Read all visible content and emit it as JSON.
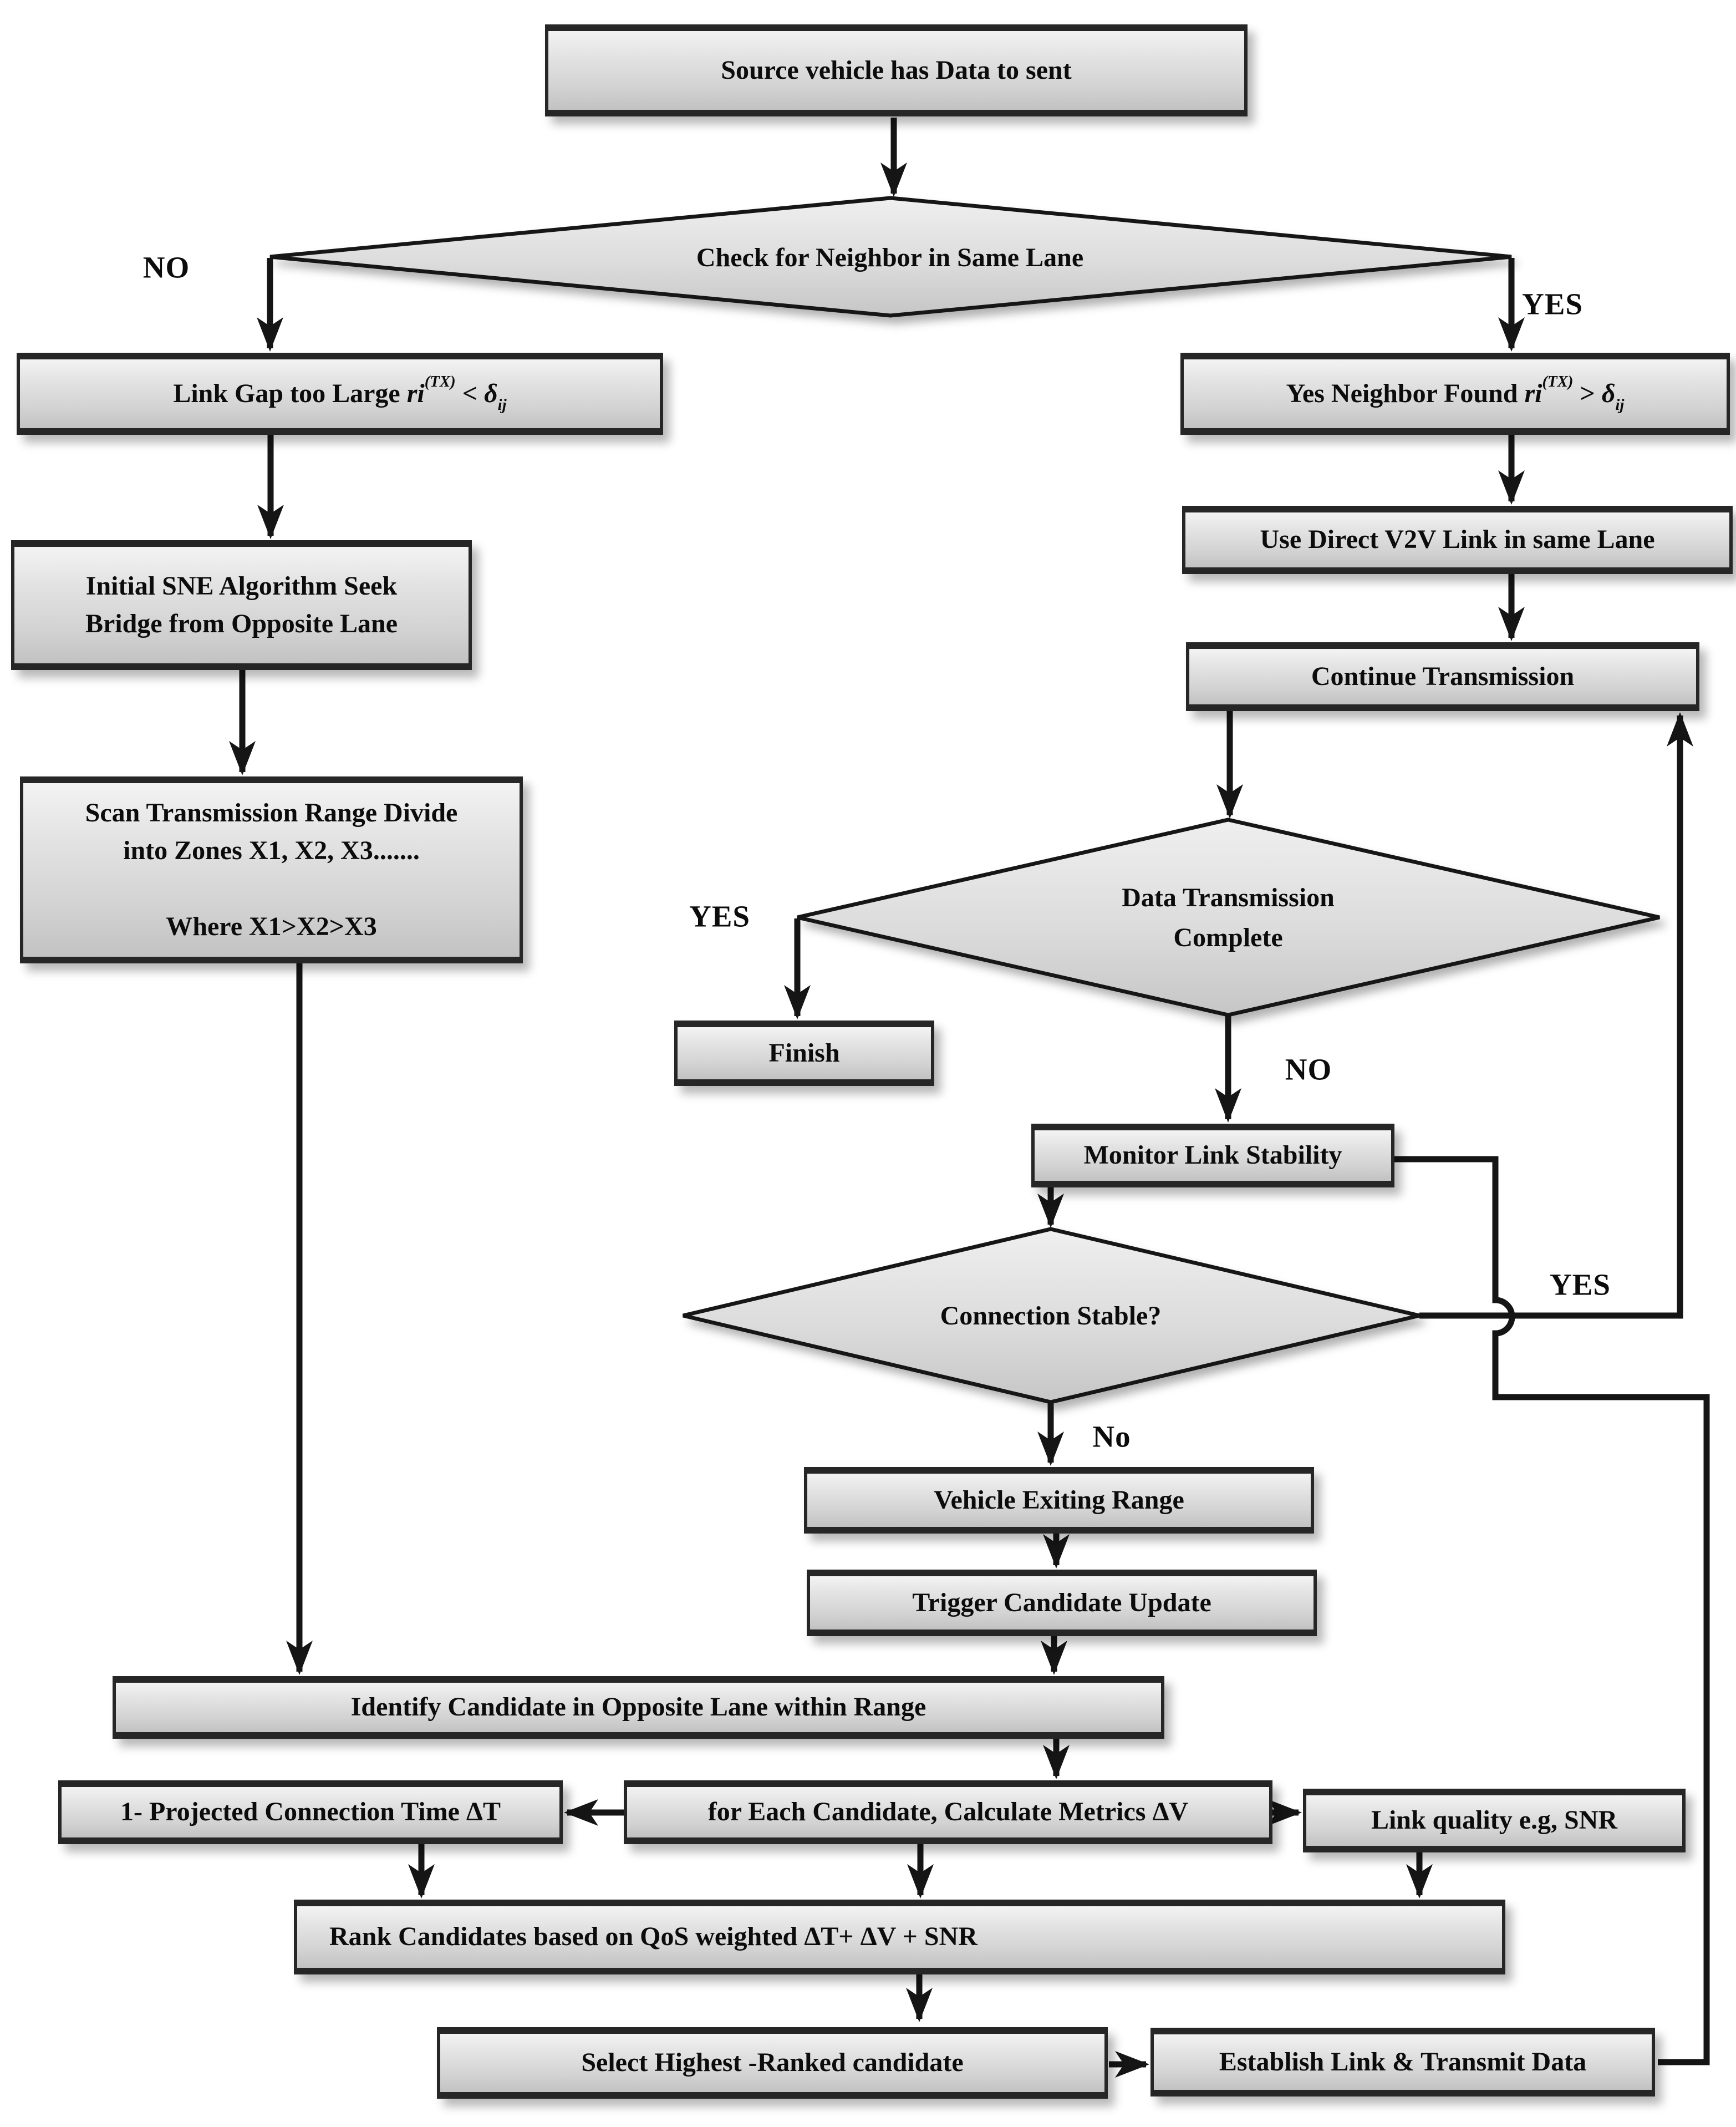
{
  "flowchart": {
    "nodes": {
      "source": "Source vehicle has Data to sent",
      "check_neighbor": "Check for Neighbor in Same Lane",
      "link_gap": {
        "pre": "Link Gap too Large ",
        "var": "ri",
        "sup": "(TX)",
        "cmp": " < ",
        "delta": "δ",
        "sub": "ij"
      },
      "initial_sne": "Initial SNE Algorithm Seek\nBridge from Opposite Lane",
      "scan_range": "Scan Transmission Range Divide\ninto Zones X1, X2, X3.......\n\nWhere X1>X2>X3",
      "yes_neighbor": {
        "pre": "Yes Neighbor Found ",
        "var": "ri",
        "sup": "(TX)",
        "cmp": " > ",
        "delta": "δ",
        "sub": "ij"
      },
      "use_direct": "Use Direct V2V Link in same Lane",
      "continue_tx": "Continue Transmission",
      "data_complete": "Data Transmission\nComplete",
      "finish": "Finish",
      "monitor": "Monitor Link Stability",
      "conn_stable": "Connection Stable?",
      "vehicle_exit": "Vehicle Exiting Range",
      "trigger_update": "Trigger Candidate Update",
      "identify": "Identify Candidate in Opposite Lane within Range",
      "projected_time": "1- Projected Connection Time ΔT",
      "calc_metrics": "for Each Candidate, Calculate Metrics ΔV",
      "link_quality": "Link quality e.g, SNR",
      "rank": "Rank Candidates based on QoS weighted ΔT+ ΔV + SNR",
      "select": "Select Highest -Ranked candidate",
      "establish": "Establish Link & Transmit Data"
    },
    "labels": {
      "no_same_lane": "NO",
      "yes_same_lane": "YES",
      "yes_complete": "YES",
      "no_complete": "NO",
      "yes_stable": "YES",
      "no_stable": "No"
    },
    "colors": {
      "line": "#151515",
      "box_border": "#262626",
      "box_fill_top": "#f3f3f3",
      "box_fill_bottom": "#c2c2c2",
      "background": "#ffffff",
      "text": "#0c0c0c"
    }
  }
}
